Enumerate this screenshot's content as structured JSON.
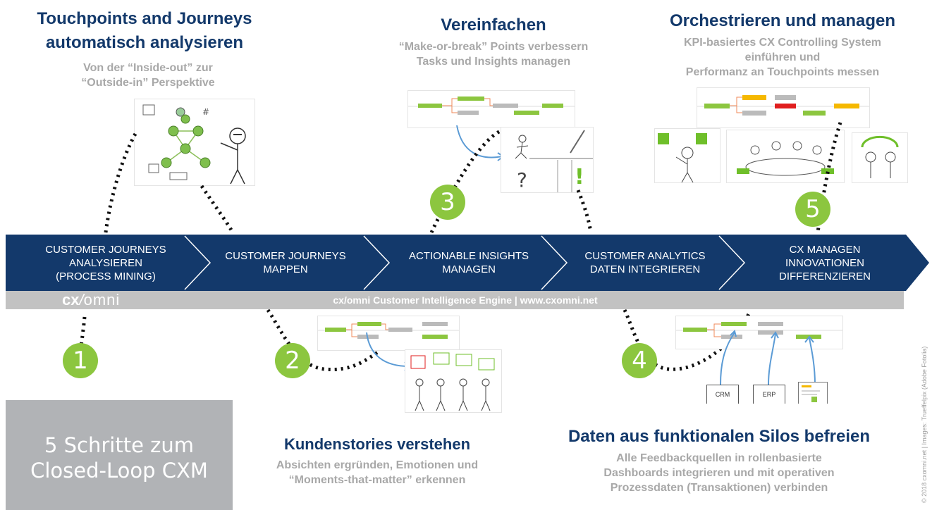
{
  "top_titles": {
    "t1_line1": "Touchpoints and Journeys",
    "t1_line2": "automatisch analysieren",
    "t1_sub1": "Von der “Inside-out” zur",
    "t1_sub2": "“Outside-in” Perspektive",
    "t3": "Vereinfachen",
    "t3_sub1": "“Make-or-break” Points verbessern",
    "t3_sub2": "Tasks und Insights managen",
    "t5": "Orchestrieren und managen",
    "t5_sub1": "KPI-basiertes CX Controlling System",
    "t5_sub2": "einführen und",
    "t5_sub3": "Performanz an Touchpoints messen"
  },
  "bottom_titles": {
    "t2": "Kundenstories verstehen",
    "t2_sub1": "Absichten ergründen, Emotionen und",
    "t2_sub2": "“Moments-that-matter” erkennen",
    "t4": "Daten aus funktionalen Silos befreien",
    "t4_sub1": "Alle Feedbackquellen in rollenbasierte",
    "t4_sub2": "Dashboards integrieren und mit operativen",
    "t4_sub3": "Prozessdaten (Transaktionen) verbinden"
  },
  "steps": [
    {
      "line1": "CUSTOMER JOURNEYS",
      "line2": "ANALYSIEREN",
      "line3": "(PROCESS MINING)"
    },
    {
      "line1": "CUSTOMER JOURNEYS",
      "line2": "MAPPEN",
      "line3": ""
    },
    {
      "line1": "ACTIONABLE INSIGHTS",
      "line2": "MANAGEN",
      "line3": ""
    },
    {
      "line1": "CUSTOMER ANALYTICS",
      "line2": "DATEN INTEGRIEREN",
      "line3": ""
    },
    {
      "line1": "CX MANAGEN",
      "line2": "INNOVATIONEN",
      "line3": "DIFFERENZIEREN"
    }
  ],
  "numbers": [
    "1",
    "2",
    "3",
    "4",
    "5"
  ],
  "logo": {
    "cx": "cx",
    "slash": "/",
    "omni": "omni"
  },
  "engine_bar": "cx/omni Customer Intelligence Engine | www.cxomni.net",
  "box": {
    "line1": "5 Schritte zum",
    "line2": "Closed-Loop CXM"
  },
  "sketch_labels": {
    "crm": "CRM",
    "erp": "ERP",
    "question": "?",
    "exclaim": "!"
  },
  "copyright": "© 2018 cxomni.net   |   Images: Trueffelpix (Adobe Fotolia)",
  "colors": {
    "navy": "#13396b",
    "green": "#8cc63f",
    "grey_bar": "#c2c2c2",
    "box_grey": "#b1b3b6",
    "subtitle_grey": "#a8a8a8"
  }
}
